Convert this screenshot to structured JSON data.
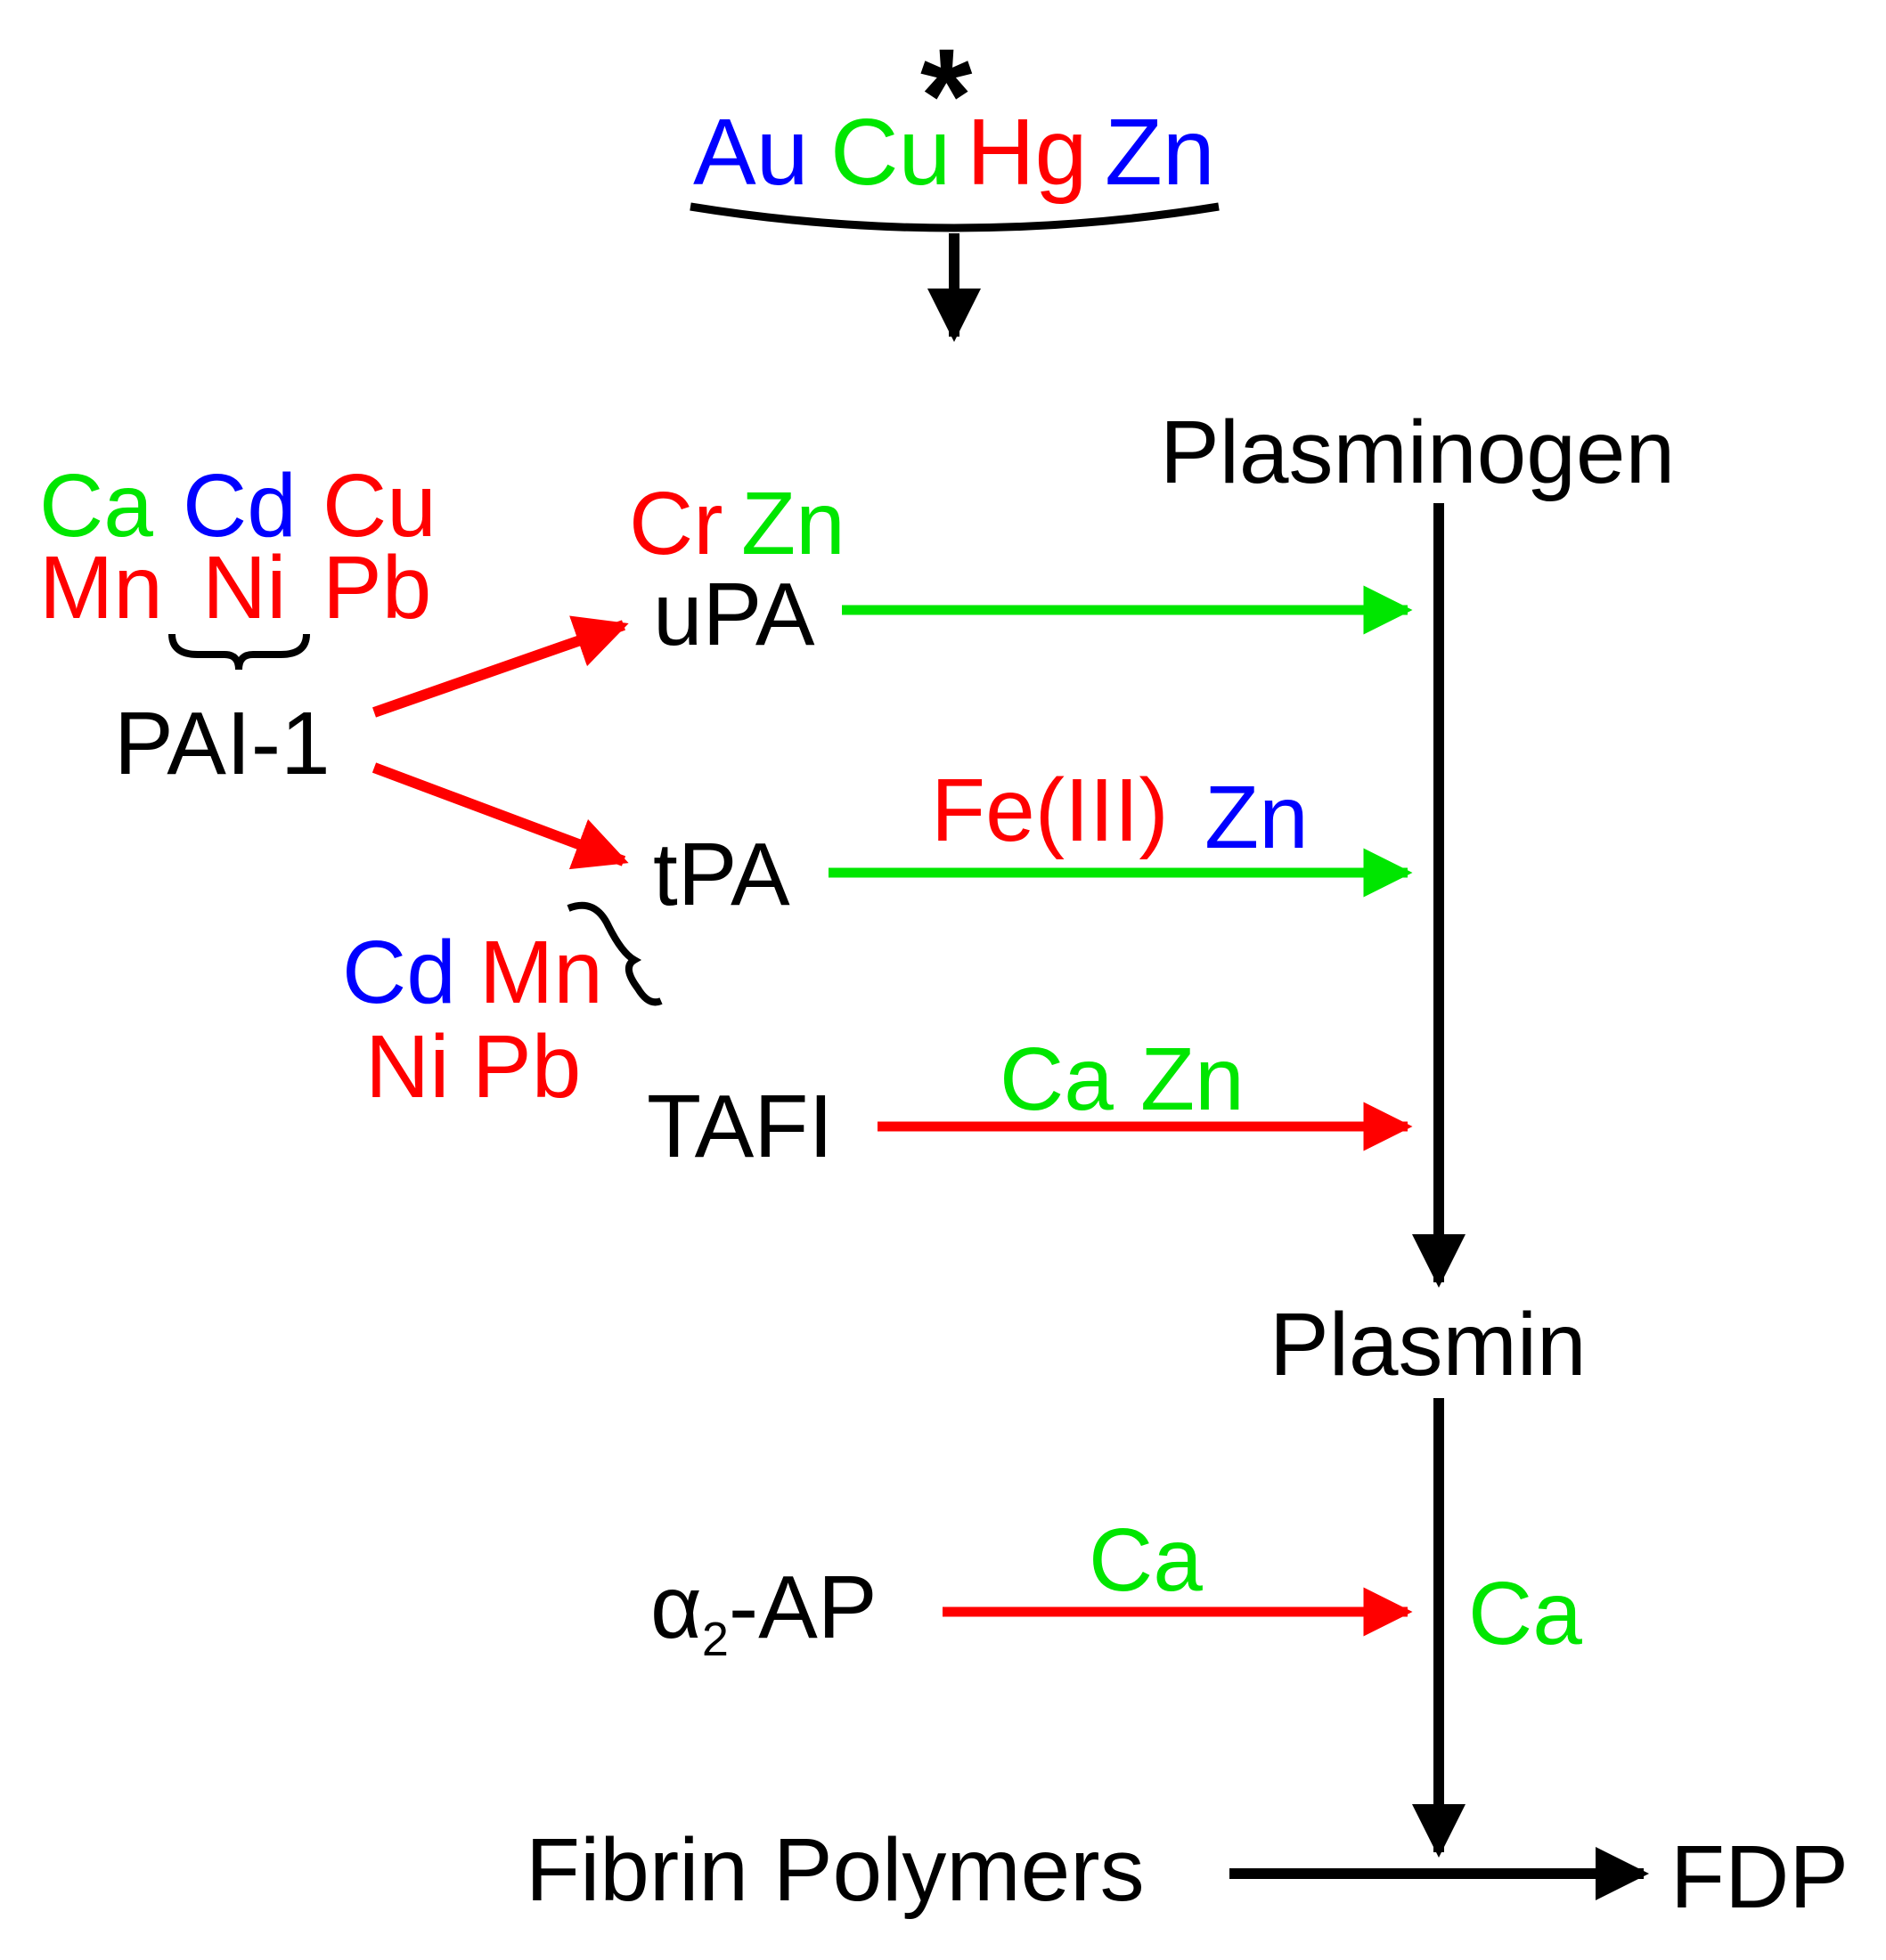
{
  "colors": {
    "green": "#00e600",
    "red": "#ff0000",
    "blue": "#0000ff",
    "black": "#000000"
  },
  "top": {
    "marker": "*",
    "metals": [
      {
        "symbol": "Au",
        "color": "blue"
      },
      {
        "symbol": "Cu",
        "color": "green"
      },
      {
        "symbol": "Hg",
        "color": "red"
      },
      {
        "symbol": "Zn",
        "color": "blue"
      }
    ]
  },
  "nodes": {
    "plasminogen": "Plasminogen",
    "plasmin": "Plasmin",
    "upa": "uPA",
    "tpa": "tPA",
    "pai1": "PAI-1",
    "tafi": "TAFI",
    "alpha2ap": {
      "alpha": "α",
      "sub": "2",
      "rest": "-AP"
    },
    "fibrin_polymers": "Fibrin Polymers",
    "fdp": "FDP"
  },
  "groups": {
    "pai1_metals": [
      {
        "symbol": "Ca",
        "color": "green"
      },
      {
        "symbol": "Cd",
        "color": "blue"
      },
      {
        "symbol": "Cu",
        "color": "red"
      },
      {
        "symbol": "Mn",
        "color": "red"
      },
      {
        "symbol": "Ni",
        "color": "red"
      },
      {
        "symbol": "Pb",
        "color": "red"
      }
    ],
    "upa_metals": [
      {
        "symbol": "Cr",
        "color": "red"
      },
      {
        "symbol": "Zn",
        "color": "green"
      }
    ],
    "tpa_metals": [
      {
        "symbol": "Cd",
        "color": "blue"
      },
      {
        "symbol": "Mn",
        "color": "red"
      },
      {
        "symbol": "Ni",
        "color": "red"
      },
      {
        "symbol": "Pb",
        "color": "red"
      }
    ],
    "tpa_arrow_metals": [
      {
        "symbol": "Fe(III)",
        "color": "red"
      },
      {
        "symbol": "Zn",
        "color": "blue"
      }
    ],
    "tafi_arrow_metals": [
      {
        "symbol": "Ca",
        "color": "green"
      },
      {
        "symbol": "Zn",
        "color": "green"
      }
    ],
    "alpha2ap_arrow_metals": [
      {
        "symbol": "Ca",
        "color": "green"
      }
    ],
    "plasmin_arrow_metals": [
      {
        "symbol": "Ca",
        "color": "green"
      }
    ]
  },
  "edges": [
    {
      "from": "pai1",
      "to": "upa",
      "color": "red"
    },
    {
      "from": "pai1",
      "to": "tpa",
      "color": "red"
    },
    {
      "from": "upa",
      "to": "plasminogen-plasmin",
      "color": "green"
    },
    {
      "from": "tpa",
      "to": "plasminogen-plasmin",
      "color": "green"
    },
    {
      "from": "tafi",
      "to": "plasminogen-plasmin",
      "color": "red"
    },
    {
      "from": "alpha2ap",
      "to": "plasmin-fdp",
      "color": "red"
    },
    {
      "from": "plasminogen",
      "to": "plasmin",
      "color": "black"
    },
    {
      "from": "plasmin",
      "to": "fibrin-conversion",
      "color": "black"
    },
    {
      "from": "fibrin_polymers",
      "to": "fdp",
      "color": "black"
    },
    {
      "from": "top_metals",
      "to": "pathway",
      "color": "black"
    }
  ]
}
